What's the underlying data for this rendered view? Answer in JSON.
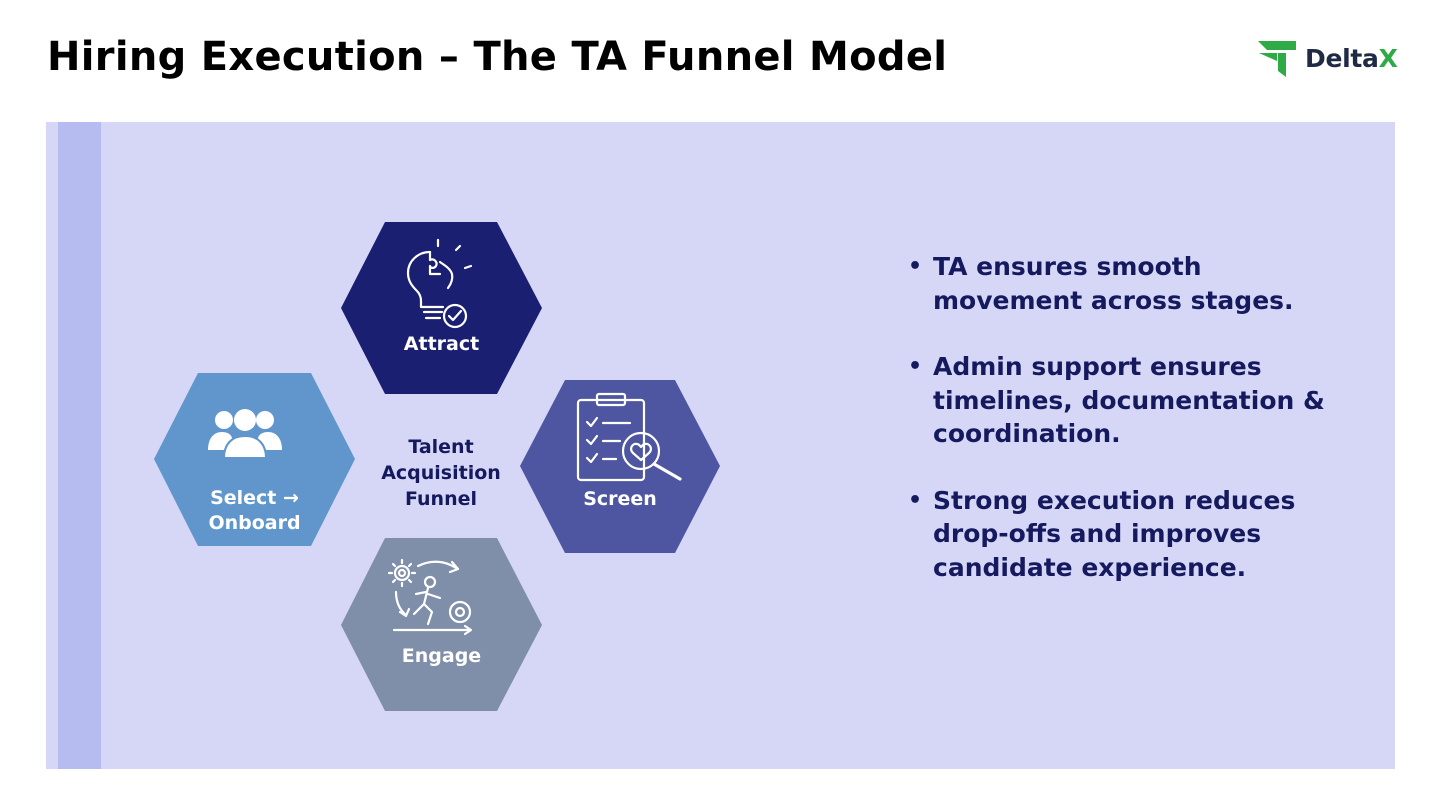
{
  "title": "Hiring Execution – The TA Funnel Model",
  "logo": {
    "text_main": "Delta",
    "text_accent": "X"
  },
  "colors": {
    "panel": "#d6d7f7",
    "panel_bar": "#b7bcf0",
    "attract": "#1b1f72",
    "screen": "#4e56a1",
    "engage": "#7f8fa9",
    "select_onboard": "#6096cc",
    "text_dark": "#15195e",
    "logo_green": "#2eaa46"
  },
  "funnel": {
    "center_line1": "Talent",
    "center_line2": "Acquisition",
    "center_line3": "Funnel",
    "stages": [
      {
        "id": "attract",
        "label_line1": "Attract",
        "label_line2": "",
        "icon": "puzzle-lightbulb-check-icon"
      },
      {
        "id": "screen",
        "label_line1": "Screen",
        "label_line2": "",
        "icon": "clipboard-checklist-magnifier-icon"
      },
      {
        "id": "engage",
        "label_line1": "Engage",
        "label_line2": "",
        "icon": "running-person-gear-target-icon"
      },
      {
        "id": "select_onboard",
        "label_line1": "Select →",
        "label_line2": "Onboard",
        "icon": "group-of-people-icon"
      }
    ]
  },
  "bullets": [
    "TA ensures smooth movement across stages.",
    "Admin support ensures timelines, documentation & coordination.",
    "Strong execution reduces drop-offs and improves candidate experience."
  ]
}
